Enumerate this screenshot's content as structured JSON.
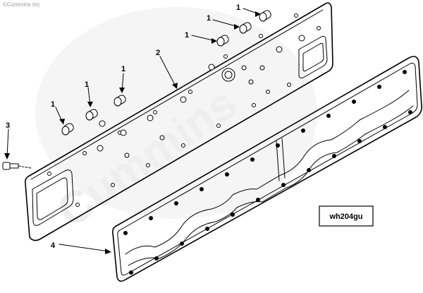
{
  "copyright": "©Cummins Inc",
  "watermark": "Cummins",
  "part_number_box": "wh204gu",
  "callouts": {
    "dowel_pin": "1",
    "plate": "2",
    "screw": "3",
    "gasket": "4"
  }
}
